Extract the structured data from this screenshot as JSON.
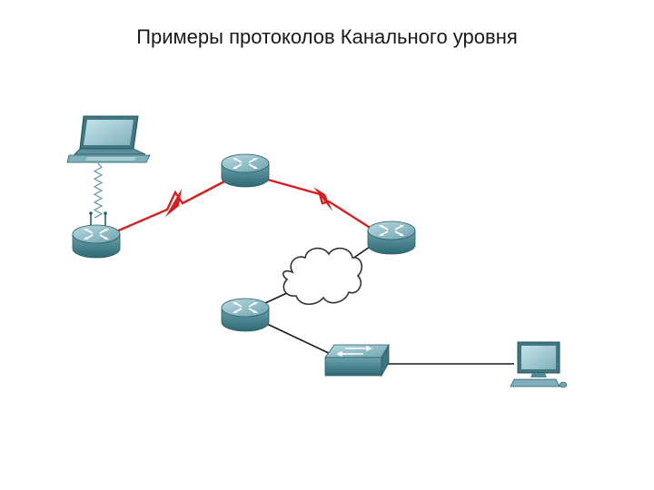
{
  "slide": {
    "title": "Примеры протоколов Канального уровня"
  },
  "diagram": {
    "nodes": [
      {
        "id": "laptop",
        "icon": "laptop-icon"
      },
      {
        "id": "wireless-router",
        "icon": "wireless-router-icon"
      },
      {
        "id": "router-top",
        "icon": "router-icon"
      },
      {
        "id": "router-right",
        "icon": "router-icon"
      },
      {
        "id": "router-mid",
        "icon": "router-icon"
      },
      {
        "id": "cloud",
        "icon": "cloud-icon"
      },
      {
        "id": "switch",
        "icon": "switch-icon"
      },
      {
        "id": "workstation",
        "icon": "desktop-pc-icon"
      }
    ],
    "links": [
      {
        "from": "laptop",
        "to": "wireless-router",
        "kind": "wireless"
      },
      {
        "from": "wireless-router",
        "to": "router-top",
        "kind": "serial"
      },
      {
        "from": "router-top",
        "to": "router-right",
        "kind": "serial"
      },
      {
        "from": "router-right",
        "to": "cloud",
        "kind": "ethernet"
      },
      {
        "from": "cloud",
        "to": "router-mid",
        "kind": "ethernet"
      },
      {
        "from": "router-mid",
        "to": "switch",
        "kind": "ethernet"
      },
      {
        "from": "switch",
        "to": "workstation",
        "kind": "ethernet"
      }
    ],
    "colors": {
      "serial_link": "#d42020",
      "ethernet_link": "#1a1a1a",
      "wireless_link": "#6a9ca8",
      "device_body": "#4f8a96",
      "device_top": "#8dbcc6",
      "cloud_fill": "#ffffff",
      "cloud_stroke": "#333333"
    }
  }
}
